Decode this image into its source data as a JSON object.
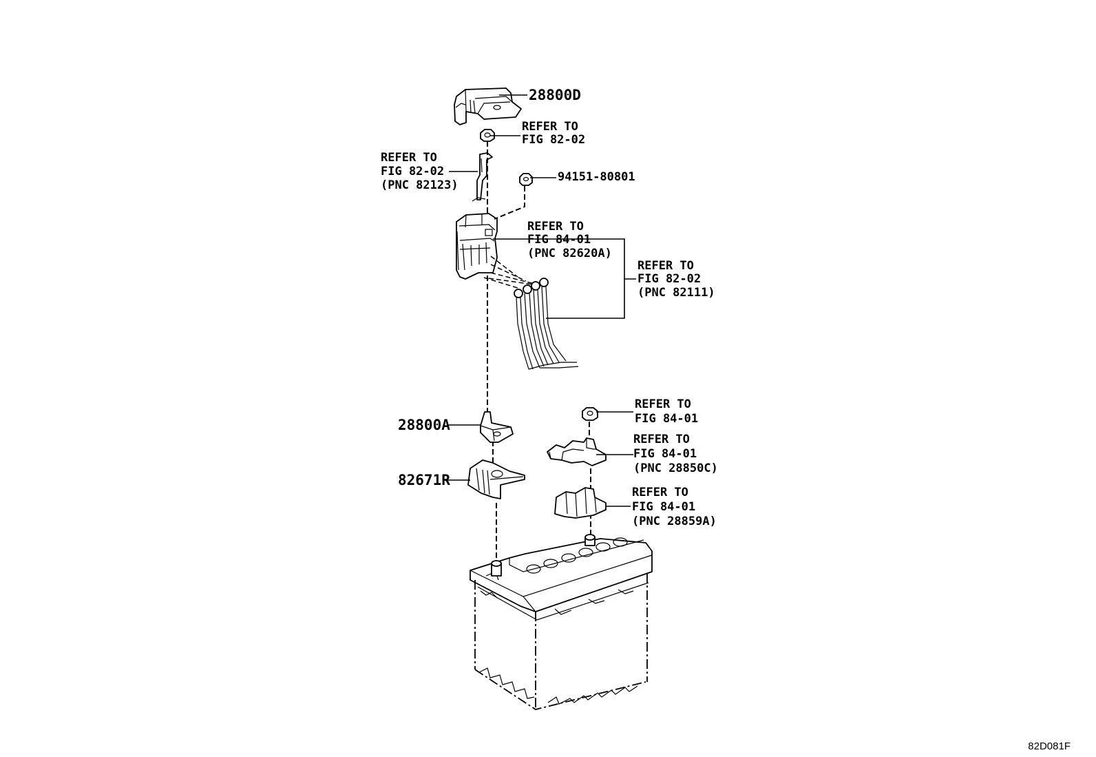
{
  "callouts": {
    "c1": {
      "lines": [
        "28800D"
      ]
    },
    "c2": {
      "lines": [
        "REFER TO",
        "FIG 82-02"
      ]
    },
    "c3": {
      "lines": [
        "REFER TO",
        "FIG 82-02",
        "(PNC 82123)"
      ]
    },
    "c4": {
      "lines": [
        "94151-80801"
      ]
    },
    "c5": {
      "lines": [
        "REFER TO",
        "FIG 84-01",
        "(PNC 82620A)"
      ]
    },
    "c6": {
      "lines": [
        "REFER TO",
        "FIG 82-02",
        "(PNC 82111)"
      ]
    },
    "c7": {
      "lines": [
        "28800A"
      ]
    },
    "c8": {
      "lines": [
        "82671R"
      ]
    },
    "c9": {
      "lines": [
        "REFER TO",
        "FIG 84-01"
      ]
    },
    "c10": {
      "lines": [
        "REFER TO",
        "FIG 84-01",
        "(PNC 28850C)"
      ]
    },
    "c11": {
      "lines": [
        "REFER TO",
        "FIG 84-01",
        "(PNC 28859A)"
      ]
    }
  },
  "figure_ref": "82D081F"
}
